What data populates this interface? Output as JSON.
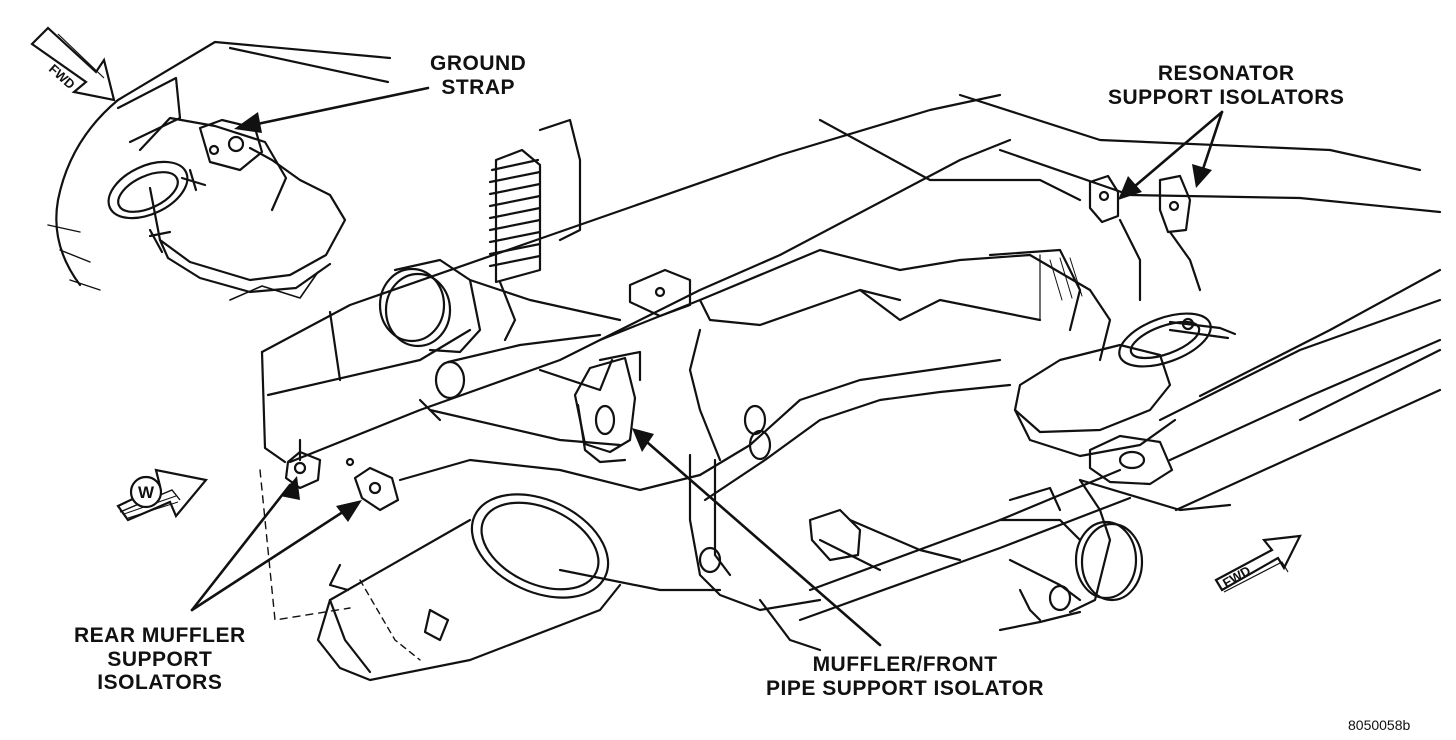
{
  "labels": {
    "ground_strap": [
      "GROUND",
      "STRAP"
    ],
    "resonator": [
      "RESONATOR",
      "SUPPORT ISOLATORS"
    ],
    "rear_muffler": [
      "REAR MUFFLER",
      "SUPPORT",
      "ISOLATORS"
    ],
    "muffler_front": [
      "MUFFLER/FRONT",
      "PIPE SUPPORT ISOLATOR"
    ]
  },
  "arrows": {
    "fwd_top_left": "FWD",
    "fwd_bottom_right": "FWD",
    "view": "W"
  },
  "figure_number": "8050058b"
}
